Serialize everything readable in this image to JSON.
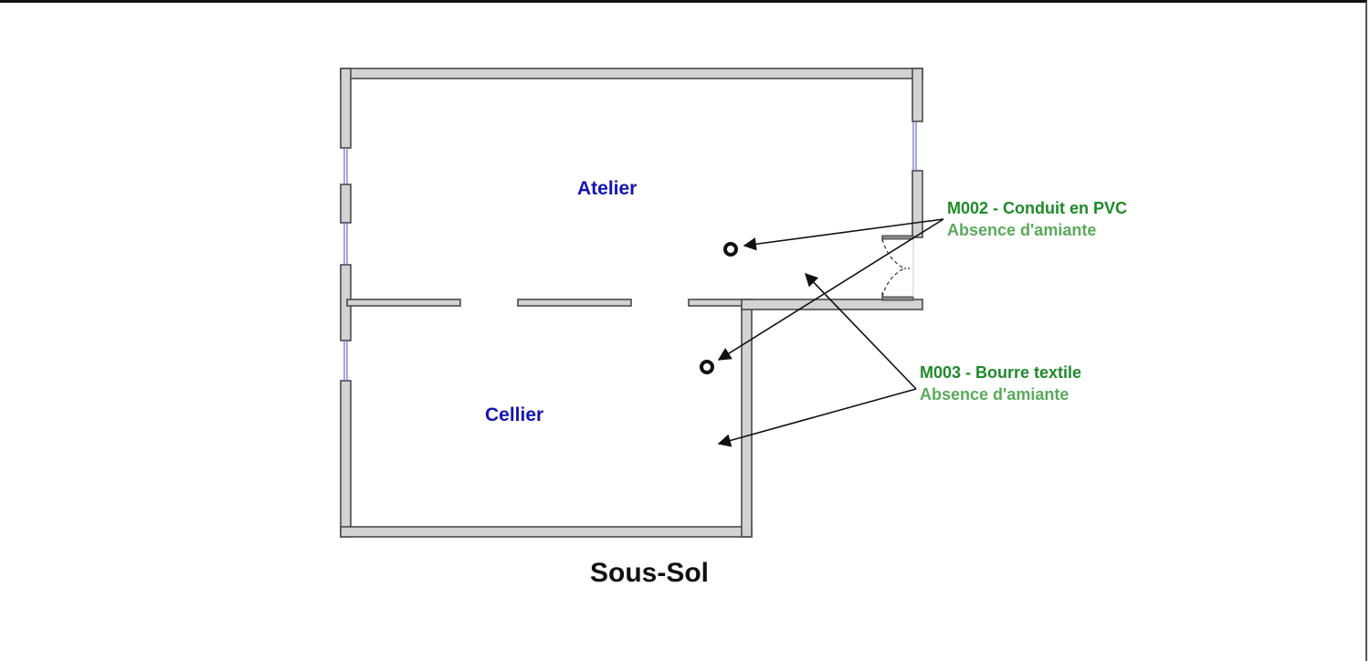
{
  "plan": {
    "title": "Sous-Sol",
    "rooms": [
      {
        "name": "Atelier"
      },
      {
        "name": "Cellier"
      }
    ],
    "samples": [
      {
        "id": "M002",
        "label": "M002 - Conduit en PVC",
        "status": "Absence d'amiante",
        "points": 2
      },
      {
        "id": "M003",
        "label": "M003 - Bourre textile",
        "status": "Absence d'amiante",
        "points": 2
      }
    ],
    "colors": {
      "room_label": "#1515b0",
      "sample_title": "#1e8a2a",
      "sample_status": "#5aaa5c",
      "wall_fill": "#d3d3d3",
      "wall_stroke": "#4a4a4a",
      "window": "#6a6ad0"
    }
  }
}
